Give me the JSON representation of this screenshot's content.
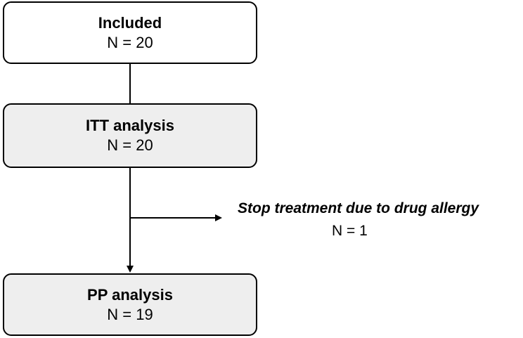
{
  "included": {
    "title": "Included",
    "count": "N = 20"
  },
  "itt": {
    "title": "ITT analysis",
    "count": "N = 20"
  },
  "exclusion": {
    "reason": "Stop treatment due to drug allergy",
    "count": "N = 1"
  },
  "pp": {
    "title": "PP analysis",
    "count": "N = 19"
  },
  "colors": {
    "stroke": "#000000",
    "box_fill_included": "#ffffff",
    "box_fill_analysis": "#eeeeee"
  }
}
